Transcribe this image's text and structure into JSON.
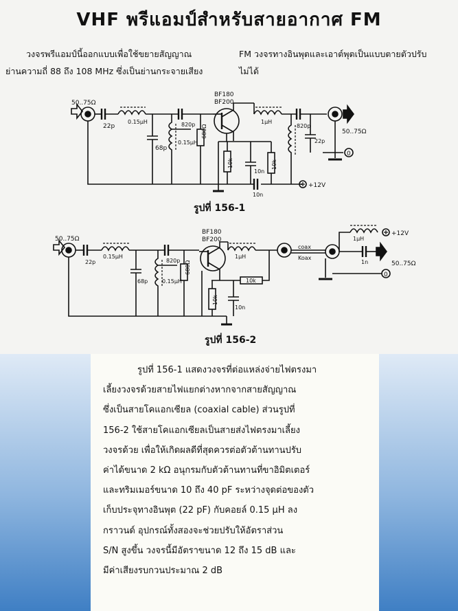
{
  "title": "VHF พรีแอมป์สำหรับสายอากาศ FM",
  "intro_left": [
    "วงจรพรีแอมป์นี้ออกแบบเพื่อใช้ขยายสัญญาณ",
    "ย่านความถี่ 88 ถึง 108 MHz ซึ่งเป็นย่านกระจายเสียง"
  ],
  "intro_right": [
    "FM วงจรทางอินพุตและเอาต์พุตเป็นแบบตายตัวปรับ",
    "ไม่ได้"
  ],
  "figure1": {
    "caption": "รูปที่ 156-1",
    "labels": {
      "in": "50..75Ω",
      "c_in": "22p",
      "l_in": "0.15μH",
      "c_shunt": "68p",
      "c_tap": "820p",
      "l_tap": "0.15μH",
      "r_bias": "680Ω",
      "transistor_a": "BF180",
      "transistor_b": "BF200",
      "r_left": "10k",
      "c_mid": "10n",
      "r_right": "10k",
      "c_bottom": "10n",
      "l_out": "1μH",
      "c_out_tap": "820p",
      "c_out": "22p",
      "out": "50..75Ω",
      "ground_sym": "0",
      "supply": "+12V"
    }
  },
  "figure2": {
    "caption": "รูปที่ 156-2",
    "labels": {
      "in": "50..75Ω",
      "c_in": "22p",
      "l_in": "0.15μH",
      "c_shunt": "68p",
      "c_tap": "820p",
      "l_tap": "0.15μH",
      "r_bias": "680Ω",
      "transistor_a": "BF180",
      "transistor_b": "BF200",
      "l_out": "1μH",
      "r_fb": "10k",
      "r_left": "10k",
      "c_mid": "10n",
      "coax_a": "coax",
      "coax_b": "Koax",
      "l_supply": "1μH",
      "supply": "+12V",
      "c_out": "1n",
      "out": "50..75Ω",
      "ground_sym": "0"
    }
  },
  "body": [
    "รูปที่ 156-1 แสดงวงจรที่ต่อแหล่งจ่ายไฟตรงมา",
    "เลี้ยงวงจรด้วยสายไฟแยกต่างหากจากสายสัญญาณ",
    "ซึ่งเป็นสายโคแอกเซียล (coaxial cable) ส่วนรูปที่",
    "156-2 ใช้สายโคแอกเซียลเป็นสายส่งไฟตรงมาเลี้ยง",
    "วงจรด้วย เพื่อให้เกิดผลดีที่สุดควรต่อตัวต้านทานปรับ",
    "ค่าได้ขนาด 2 kΩ อนุกรมกับตัวต้านทานที่ขาอิมิตเตอร์",
    "และทริมเมอร์ขนาด 10 ถึง 40 pF ระหว่างจุดต่อของตัว",
    "เก็บประจุทางอินพุต (22 pF) กับคอยล์ 0.15 μH ลง",
    "กราวนด์ อุปกรณ์ทั้งสองจะช่วยปรับให้อัตราส่วน",
    "S/N สูงขึ้น วงจรนี้มีอัตราขนาด 12 ถึง 15 dB และ",
    "มีค่าเสียงรบกวนประมาณ 2 dB"
  ]
}
